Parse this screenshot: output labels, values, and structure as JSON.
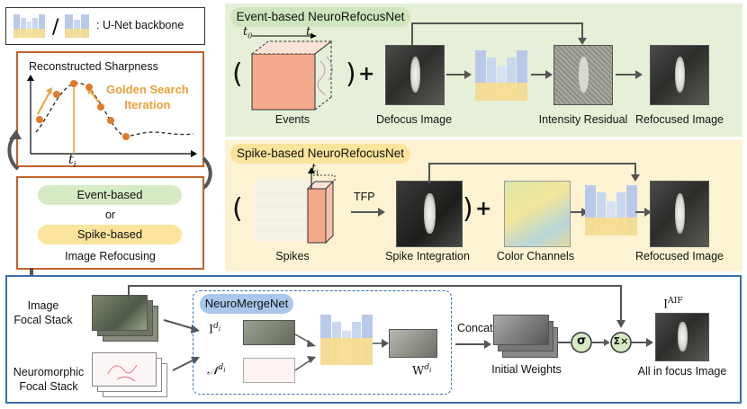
{
  "legend": {
    "label": ": U-Net backbone"
  },
  "sharpness": {
    "title": "Reconstructed Sharpness",
    "annot1": "Golden Search",
    "annot2": "Iteration",
    "ti": "t",
    "ti_sub": "i"
  },
  "refocus_box": {
    "event": "Event-based",
    "or": "or",
    "spike": "Spike-based",
    "caption": "Image Refocusing"
  },
  "event_panel": {
    "title": "Event-based NeuroRefocusNet",
    "t0": "t",
    "t0_sub": "0",
    "ti": "t",
    "ti_sub": "i",
    "labels": [
      "Events",
      "Defocus Image",
      "Intensity Residual",
      "Refocused Image"
    ]
  },
  "spike_panel": {
    "title": "Spike-based NeuroRefocusNet",
    "ti": "t",
    "ti_sub": "i",
    "tfp": "TFP",
    "labels": [
      "Spikes",
      "Spike Integration",
      "Color Channels",
      "Refocused Image"
    ]
  },
  "bottom": {
    "image_stack": [
      "Image",
      "Focal Stack"
    ],
    "neuro_stack": [
      "Neuromorphic",
      "Focal Stack"
    ],
    "mergenet": "NeuroMergeNet",
    "i_label": "I",
    "i_sup": "d",
    "i_sup2": "i",
    "n_label": "𝒩",
    "n_sup": "d",
    "n_sup2": "i",
    "w_label": "W",
    "w_sup": "d",
    "w_sup2": "i",
    "concat": "Concat",
    "initial_weights": "Initial Weights",
    "sigma": "σ",
    "sum": "Σ×",
    "iaif": "I",
    "iaif_sup": "AIF",
    "all_in_focus": "All in focus Image"
  }
}
